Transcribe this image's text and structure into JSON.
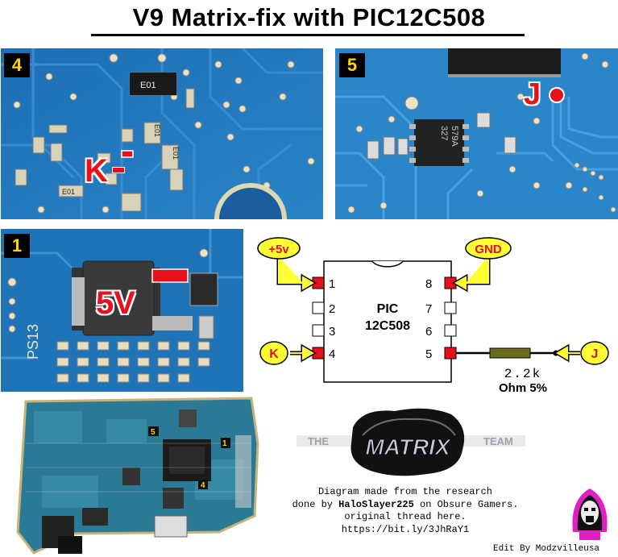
{
  "title": "V9 Matrix-fix with PIC12C508",
  "photos": {
    "p4": {
      "badge": "4",
      "point_label": "K",
      "chip_marks": [
        "E01",
        "E01",
        "E01",
        "E01"
      ]
    },
    "p5": {
      "badge": "5",
      "point_label": "J",
      "chip_text": [
        "327",
        "579A"
      ]
    },
    "p1": {
      "badge": "1",
      "reg_label": "5V",
      "silk_text": "PS13"
    },
    "board": {
      "markers": [
        "5",
        "1",
        "4"
      ]
    }
  },
  "schematic": {
    "chip_name": "PIC",
    "chip_model": "12C508",
    "pins_left": [
      "1",
      "2",
      "3",
      "4"
    ],
    "pins_right": [
      "8",
      "7",
      "6",
      "5"
    ],
    "tag_vcc": "+5v",
    "tag_gnd": "GND",
    "tag_k": "K",
    "tag_j": "J",
    "resistor_value": "2.2k",
    "resistor_spec": "Ohm 5%",
    "colors": {
      "pin_active": "#e8101a",
      "tag_fill": "#ffff33",
      "resistor": "#6b6b1e"
    }
  },
  "logo": {
    "left": "THE",
    "right": "TEAM",
    "word": "MATRIX"
  },
  "credits": {
    "line1": "Diagram made from the research",
    "line2_pre": "done by ",
    "line2_author": "HaloSlayer225",
    "line2_post": " on Obsure Gamers.",
    "line3": "original thread here.",
    "line4": "https://bit.ly/3JhRaY1",
    "edit": "Edit By Modzvilleusa"
  }
}
